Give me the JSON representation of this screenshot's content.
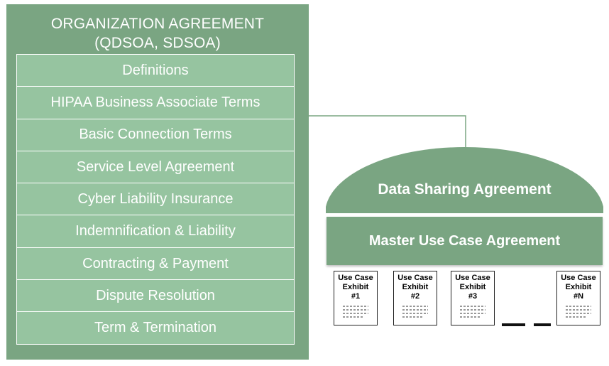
{
  "organization_agreement": {
    "title_line1": "ORGANIZATION AGREEMENT",
    "title_line2": "(QDSOA, SDSOA)",
    "terms": [
      "Definitions",
      "HIPAA Business Associate Terms",
      "Basic Connection Terms",
      "Service Level Agreement",
      "Cyber Liability Insurance",
      "Indemnification & Liability",
      "Contracting & Payment",
      "Dispute Resolution",
      "Term & Termination"
    ]
  },
  "data_sharing_agreement": {
    "label": "Data Sharing Agreement",
    "master_label": "Master Use Case Agreement",
    "exhibits": [
      "Use Case\nExhibit\n#1",
      "Use Case\nExhibit\n#2",
      "Use Case\nExhibit\n#3",
      "Use Case\nExhibit\n#N"
    ]
  },
  "colors": {
    "panel_green": "#7aa582",
    "row_green": "#96c4a0",
    "text_white": "#ffffff"
  }
}
